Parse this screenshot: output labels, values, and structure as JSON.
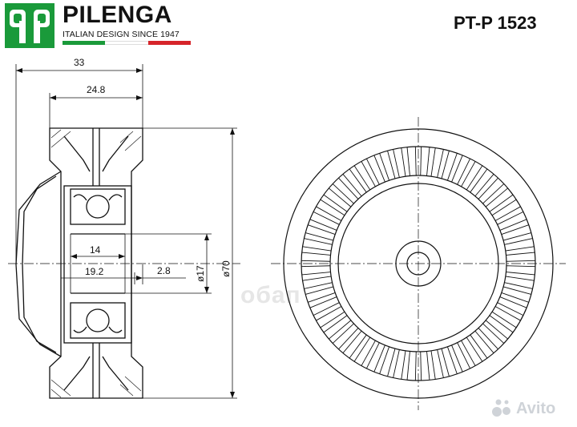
{
  "brand": {
    "logo_glyph": "qp",
    "name": "PILENGA",
    "tagline": "ITALIAN DESIGN SINCE 1947",
    "colors": {
      "green": "#1a9a3a",
      "white": "#ffffff",
      "red": "#d6242a"
    }
  },
  "part_number": "PT-P 1523",
  "dimensions": {
    "overall_width": "33",
    "pulley_width": "24.8",
    "bearing_width": "14",
    "offset_large": "19.2",
    "offset_small": "2.8",
    "bore_diameter": "ø17",
    "outer_diameter": "ø70"
  },
  "watermarks": {
    "center": "обап",
    "avito_icon": "avito-dots-icon",
    "avito_text": "Avito"
  },
  "colors": {
    "line": "#111111",
    "watermark": "#cfd3d8"
  }
}
